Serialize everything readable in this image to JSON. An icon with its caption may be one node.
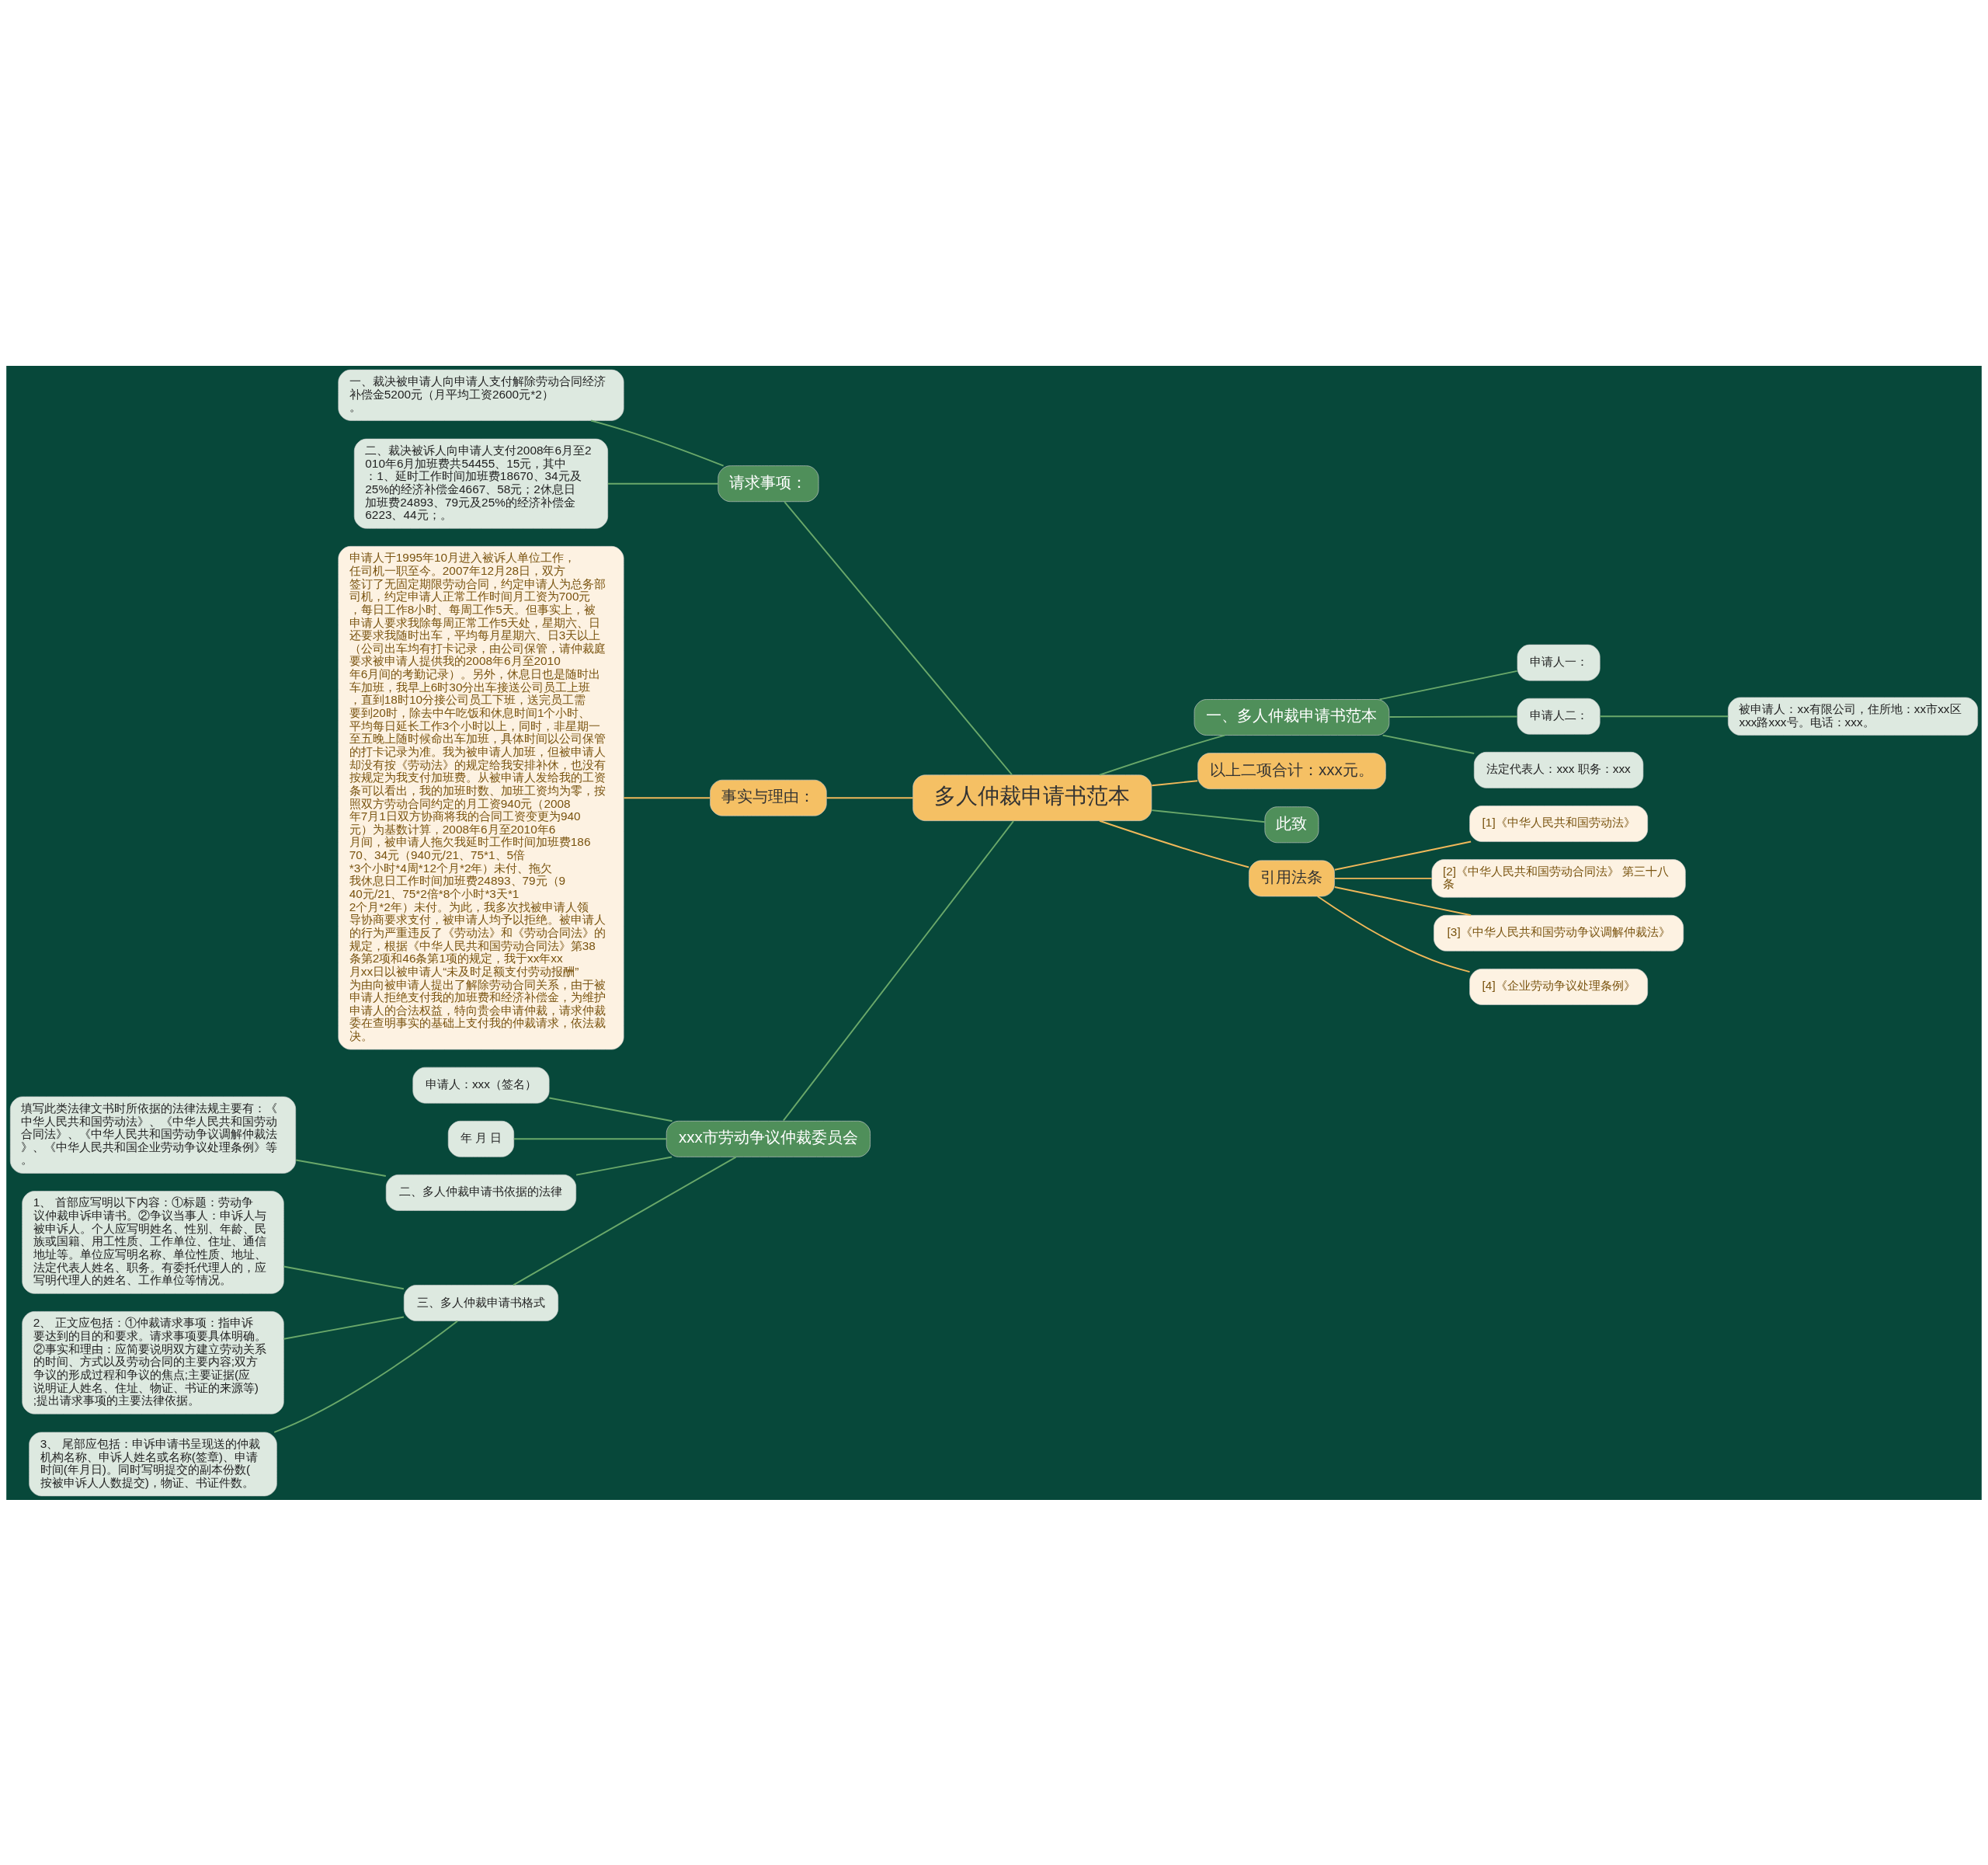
{
  "diagram": {
    "nodes": [
      {
        "text": [
          "多人仲裁申请书范本"
        ]
      },
      {
        "text": [
          "请求事项："
        ]
      },
      {
        "text": [
          "一、裁决被申请人向申请人支付解除劳动合同经济补偿金5200元（月平均工资2600元*2）。"
        ]
      },
      {
        "text": [
          "二、裁决被诉人向申请人支付2008年6月至2010年6月加班费共54455、15元，其中：1、延时工作时间加班费18670、34元及25%的经济补偿金4667、58元；2休息日加班费24893、79元及25%的经济补偿金6223、44元；。"
        ]
      },
      {
        "text": [
          "事实与理由："
        ]
      },
      {
        "text": [
          "申请人于1995年10月进入被诉人单位工作，任司机一职至今。2007年12月28日，双方签订了无固定期限劳动合同，约定申请人为总务部司机，约定申请人正常工作时间月工资为700元，每日工作8小时、每周工作5天。但事实上，被申请人要求我除每周正常工作5天处，星期六、日还要求我随时出车，平均每月星期六、日3天以上（公司出车均有打卡记录，由公司保管，请仲裁庭要求被申请人提供我的2008年6月至2010年6月间的考勤记录）。另外，休息日也是随时出车加班，我早上6时30分出车接送公司员工上班，直到18时10分接公司员工下班，送完员工需要到20时，除去中午吃饭和休息时间1个小时、平均每日延长工作3个小时以上，同时，非星期一至五晚上随时候命出车加班，具体时间以公司保管的打卡记录为准。我为被申请人加班，但被申请人却没有按《劳动法》的规定给我安排补休，也没有按规定为我支付加班费。从被申请人发给我的工资条可以看出，我的加班时数、加班工资均为零，按照双方劳动合同约定的月工资940元（2008年7月1日双方协商将我的合同工资变更为940元）为基数计算，2008年6月至2010年6月间，被申请人拖欠我延时工作时间加班费18670、34元（940元/21、75*1、5倍*3个小时*4周*12个月*2年）未付、拖欠我休息日工作时间加班费24893、79元（940元/21、75*2倍*8个小时*3天*12个月*2年）未付。为此，我多次找被申请人领导协商要求支付，被申请人均予以拒绝。被申请人的行为严重违反了《劳动法》和《劳动合同法》的规定，根据《中华人民共和国劳动合同法》第38条第2项和46条第1项的规定，我于xx年xx月xx日以被申请人“未及时足额支付劳动报酬”为由向被申请人提出了解除劳动合同关系，由于被申请人拒绝支付我的加班费和经济补偿金，为维护申请人的合法权益，特向贵会申请仲裁，请求仲裁委在查明事实的基础上支付我的仲裁请求，依法裁决。"
        ]
      },
      {
        "text": [
          "xxx市劳动争议仲裁委员会"
        ]
      },
      {
        "text": [
          "申请人：xxx（签名）"
        ]
      },
      {
        "text": [
          "年 月 日"
        ]
      },
      {
        "text": [
          "二、多人仲裁申请书依据的法律"
        ]
      },
      {
        "text": [
          "填写此类法律文书时所依据的法律法规主要有：《中华人民共和国劳动法》、《中华人民共和国劳动合同法》、《中华人民共和国劳动争议调解仲裁法》、《中华人民共和国企业劳动争议处理条例》等。"
        ]
      },
      {
        "text": [
          "三、多人仲裁申请书格式"
        ]
      },
      {
        "text": [
          "1、 首部应写明以下内容：①标题：劳动争议仲裁申诉申请书。②争议当事人：申诉人与被申诉人。个人应写明姓名、性别、年龄、民族或国籍、用工性质、工作单位、住址、通信地址等。单位应写明名称、单位性质、地址、法定代表人姓名、职务。有委托代理人的，应写明代理人的姓名、工作单位等情况。"
        ]
      },
      {
        "text": [
          "2、 正文应包括：①仲裁请求事项：指申诉要达到的目的和要求。请求事项要具体明确。②事实和理由：应简要说明双方建立劳动关系的时间、方式以及劳动合同的主要内容;双方争议的形成过程和争议的焦点;主要证据(应说明证人姓名、住址、物证、书证的来源等);提出请求事项的主要法律依据。"
        ]
      },
      {
        "text": [
          "3、 尾部应包括：申诉申请书呈现送的仲裁机构名称、申诉人姓名或名称(签章)、申请时间(年月日)。同时写明提交的副本份数(按被申诉人人数提交)，物证、书证件数。"
        ]
      },
      {
        "text": [
          "一、多人仲裁申请书范本"
        ]
      },
      {
        "text": [
          "申请人一："
        ]
      },
      {
        "text": [
          "申请人二："
        ]
      },
      {
        "text": [
          "被申请人：xx有限公司，住所地：xx市xx区xxx路xxx号。电话：xxx。"
        ]
      },
      {
        "text": [
          "法定代表人：xxx 职务：xxx"
        ]
      },
      {
        "text": [
          "以上二项合计：xxx元。"
        ]
      },
      {
        "text": [
          "此致"
        ]
      },
      {
        "text": [
          "引用法条"
        ]
      },
      {
        "text": [
          "[1]《中华人民共和国劳动法》"
        ]
      },
      {
        "text": [
          "[2]《中华人民共和国劳动合同法》 第三十八条"
        ]
      },
      {
        "text": [
          "[3]《中华人民共和国劳动争议调解仲裁法》"
        ]
      },
      {
        "text": [
          "[4]《企业劳动争议处理条例》"
        ]
      }
    ],
    "edges": [
      {
        "from": 0,
        "to": 1,
        "arrow": "none"
      },
      {
        "from": 1,
        "to": 2,
        "arrow": "none"
      },
      {
        "from": 1,
        "to": 3,
        "arrow": "none"
      },
      {
        "from": 0,
        "to": 4,
        "arrow": "none",
        "color": "#f0b85a"
      },
      {
        "from": 4,
        "to": 5,
        "arrow": "none",
        "color": "#f0b85a"
      },
      {
        "from": 0,
        "to": 6,
        "arrow": "none"
      },
      {
        "from": 6,
        "to": 7,
        "arrow": "none"
      },
      {
        "from": 6,
        "to": 8,
        "arrow": "none"
      },
      {
        "from": 6,
        "to": 9,
        "arrow": "none"
      },
      {
        "from": 9,
        "to": 10,
        "arrow": "none"
      },
      {
        "from": 6,
        "to": 11,
        "arrow": "none"
      },
      {
        "from": 11,
        "to": 12,
        "arrow": "none"
      },
      {
        "from": 11,
        "to": 13,
        "arrow": "none"
      },
      {
        "from": 11,
        "to": 14,
        "arrow": "none"
      },
      {
        "from": 0,
        "to": 15,
        "arrow": "none"
      },
      {
        "from": 15,
        "to": 16,
        "arrow": "none"
      },
      {
        "from": 15,
        "to": 17,
        "arrow": "none"
      },
      {
        "from": 17,
        "to": 18,
        "arrow": "none"
      },
      {
        "from": 15,
        "to": 19,
        "arrow": "none"
      },
      {
        "from": 0,
        "to": 20,
        "arrow": "none",
        "color": "#f0b85a"
      },
      {
        "from": 0,
        "to": 21,
        "arrow": "none"
      },
      {
        "from": 0,
        "to": 22,
        "arrow": "none",
        "color": "#f0b85a"
      },
      {
        "from": 22,
        "to": 23,
        "arrow": "none",
        "color": "#f0b85a"
      },
      {
        "from": 22,
        "to": 24,
        "arrow": "none",
        "color": "#f0b85a"
      },
      {
        "from": 22,
        "to": 25,
        "arrow": "none",
        "color": "#f0b85a"
      },
      {
        "from": 22,
        "to": 26,
        "arrow": "none",
        "color": "#f0b85a"
      }
    ]
  }
}
